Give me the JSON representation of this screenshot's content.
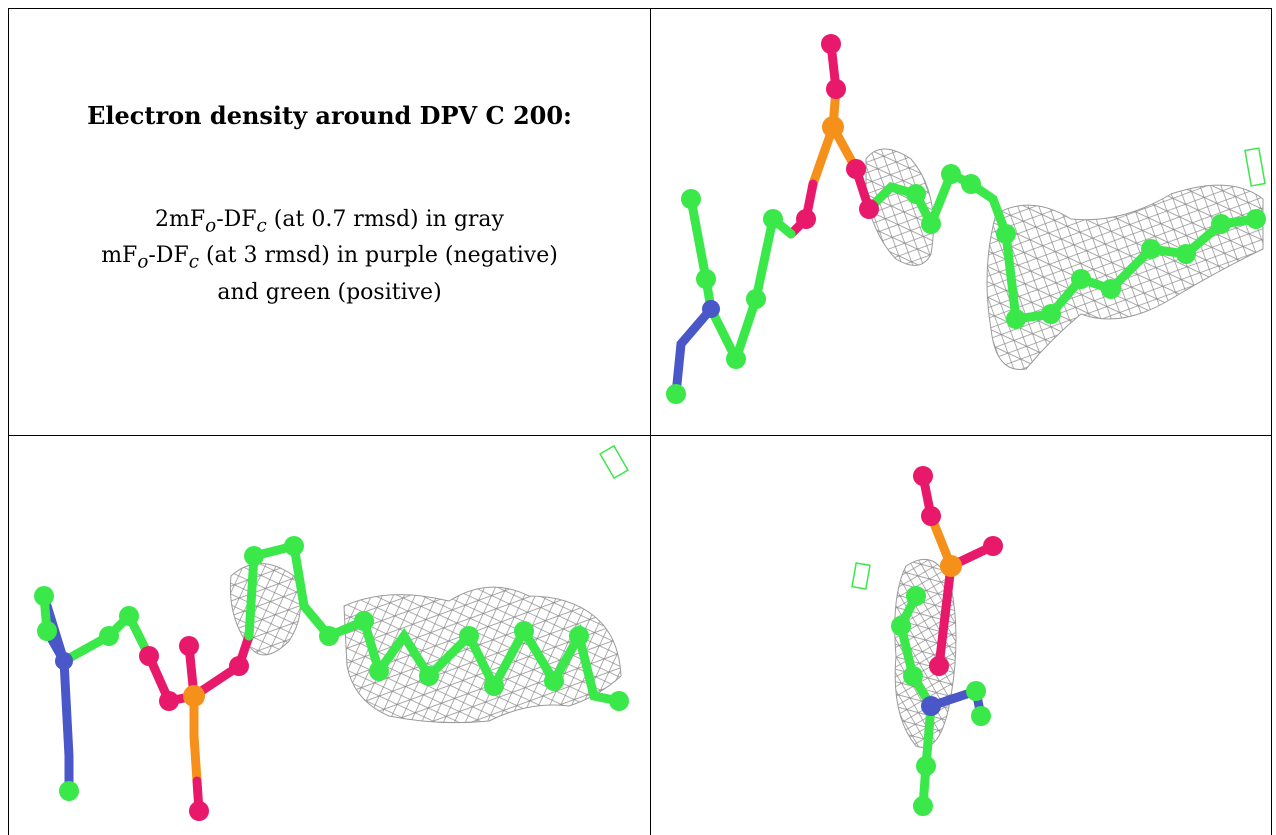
{
  "caption": {
    "title": "Electron density around DPV C 200:",
    "line1": {
      "prefix": "2mF",
      "o": "o",
      "mid": "-DF",
      "c": "c",
      "suffix": " (at 0.7 rmsd) in gray"
    },
    "line2": {
      "prefix": "mF",
      "o": "o",
      "mid": "-DF",
      "c": "c",
      "suffix": " (at 3 rmsd) in purple (negative)"
    },
    "line3": "and green (positive)"
  },
  "colors": {
    "carbon": "#3ae84a",
    "oxygen": "#e8196a",
    "phosphorus": "#f5901a",
    "nitrogen": "#4a57c8",
    "density_gray": "#8a8a8a",
    "density_positive": "#3ae84a",
    "density_negative": "#8a2be2"
  },
  "panels": [
    {
      "name": "view-1"
    },
    {
      "name": "view-2"
    },
    {
      "name": "view-3"
    }
  ]
}
